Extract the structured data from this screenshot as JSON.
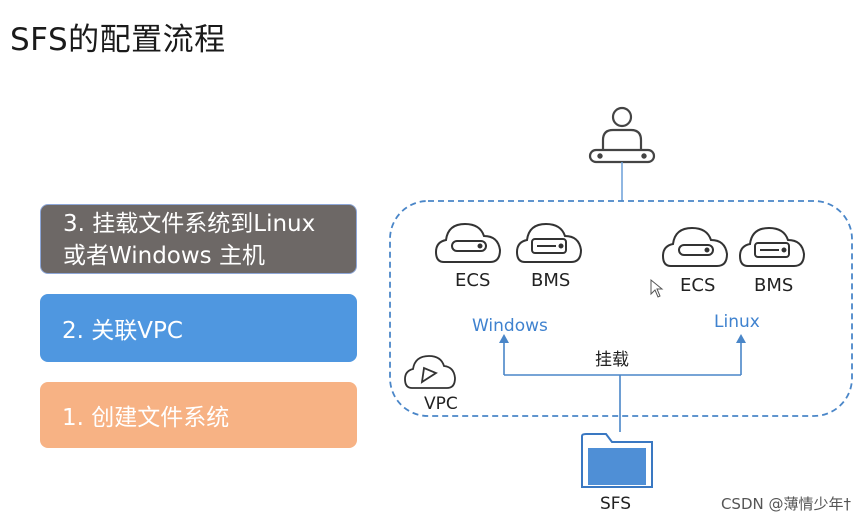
{
  "title": "SFS的配置流程",
  "steps": {
    "step3_line1": "3. 挂载文件系统到Linux",
    "step3_line2": "或者Windows 主机",
    "step2": "2. 关联VPC",
    "step1": "1. 创建文件系统"
  },
  "diagram": {
    "left_group": {
      "ecs": "ECS",
      "bms": "BMS",
      "os": "Windows"
    },
    "right_group": {
      "ecs": "ECS",
      "bms": "BMS",
      "os": "Linux"
    },
    "mount_label": "挂载",
    "vpc_label": "VPC",
    "sfs_label": "SFS"
  },
  "colors": {
    "step3": "#6d6866",
    "step2": "#4f97e0",
    "step1": "#f7b284",
    "line": "#4a86c8"
  },
  "watermark": "CSDN @薄情少年†"
}
